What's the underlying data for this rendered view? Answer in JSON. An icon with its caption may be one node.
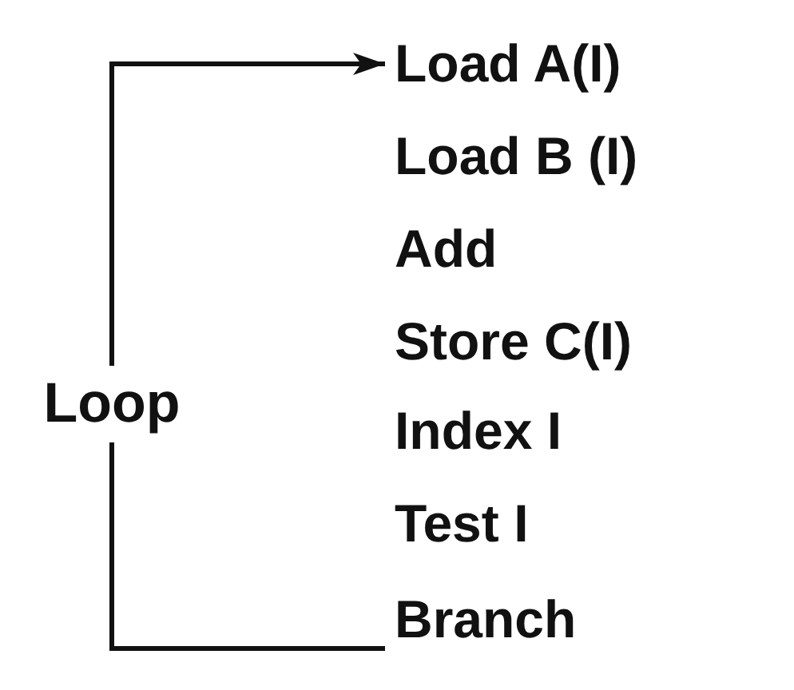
{
  "diagram": {
    "nodes": [
      {
        "text": [
          "Load A(I)"
        ]
      },
      {
        "text": [
          "Load B (I)"
        ]
      },
      {
        "text": [
          "Add"
        ]
      },
      {
        "text": [
          "Store C(I)"
        ]
      },
      {
        "text": [
          "Index I"
        ]
      },
      {
        "text": [
          "Test I"
        ]
      },
      {
        "text": [
          "Branch"
        ]
      }
    ],
    "edges": [
      {
        "from": 6,
        "to": 0,
        "arrow": "to",
        "label": "Loop"
      }
    ]
  }
}
